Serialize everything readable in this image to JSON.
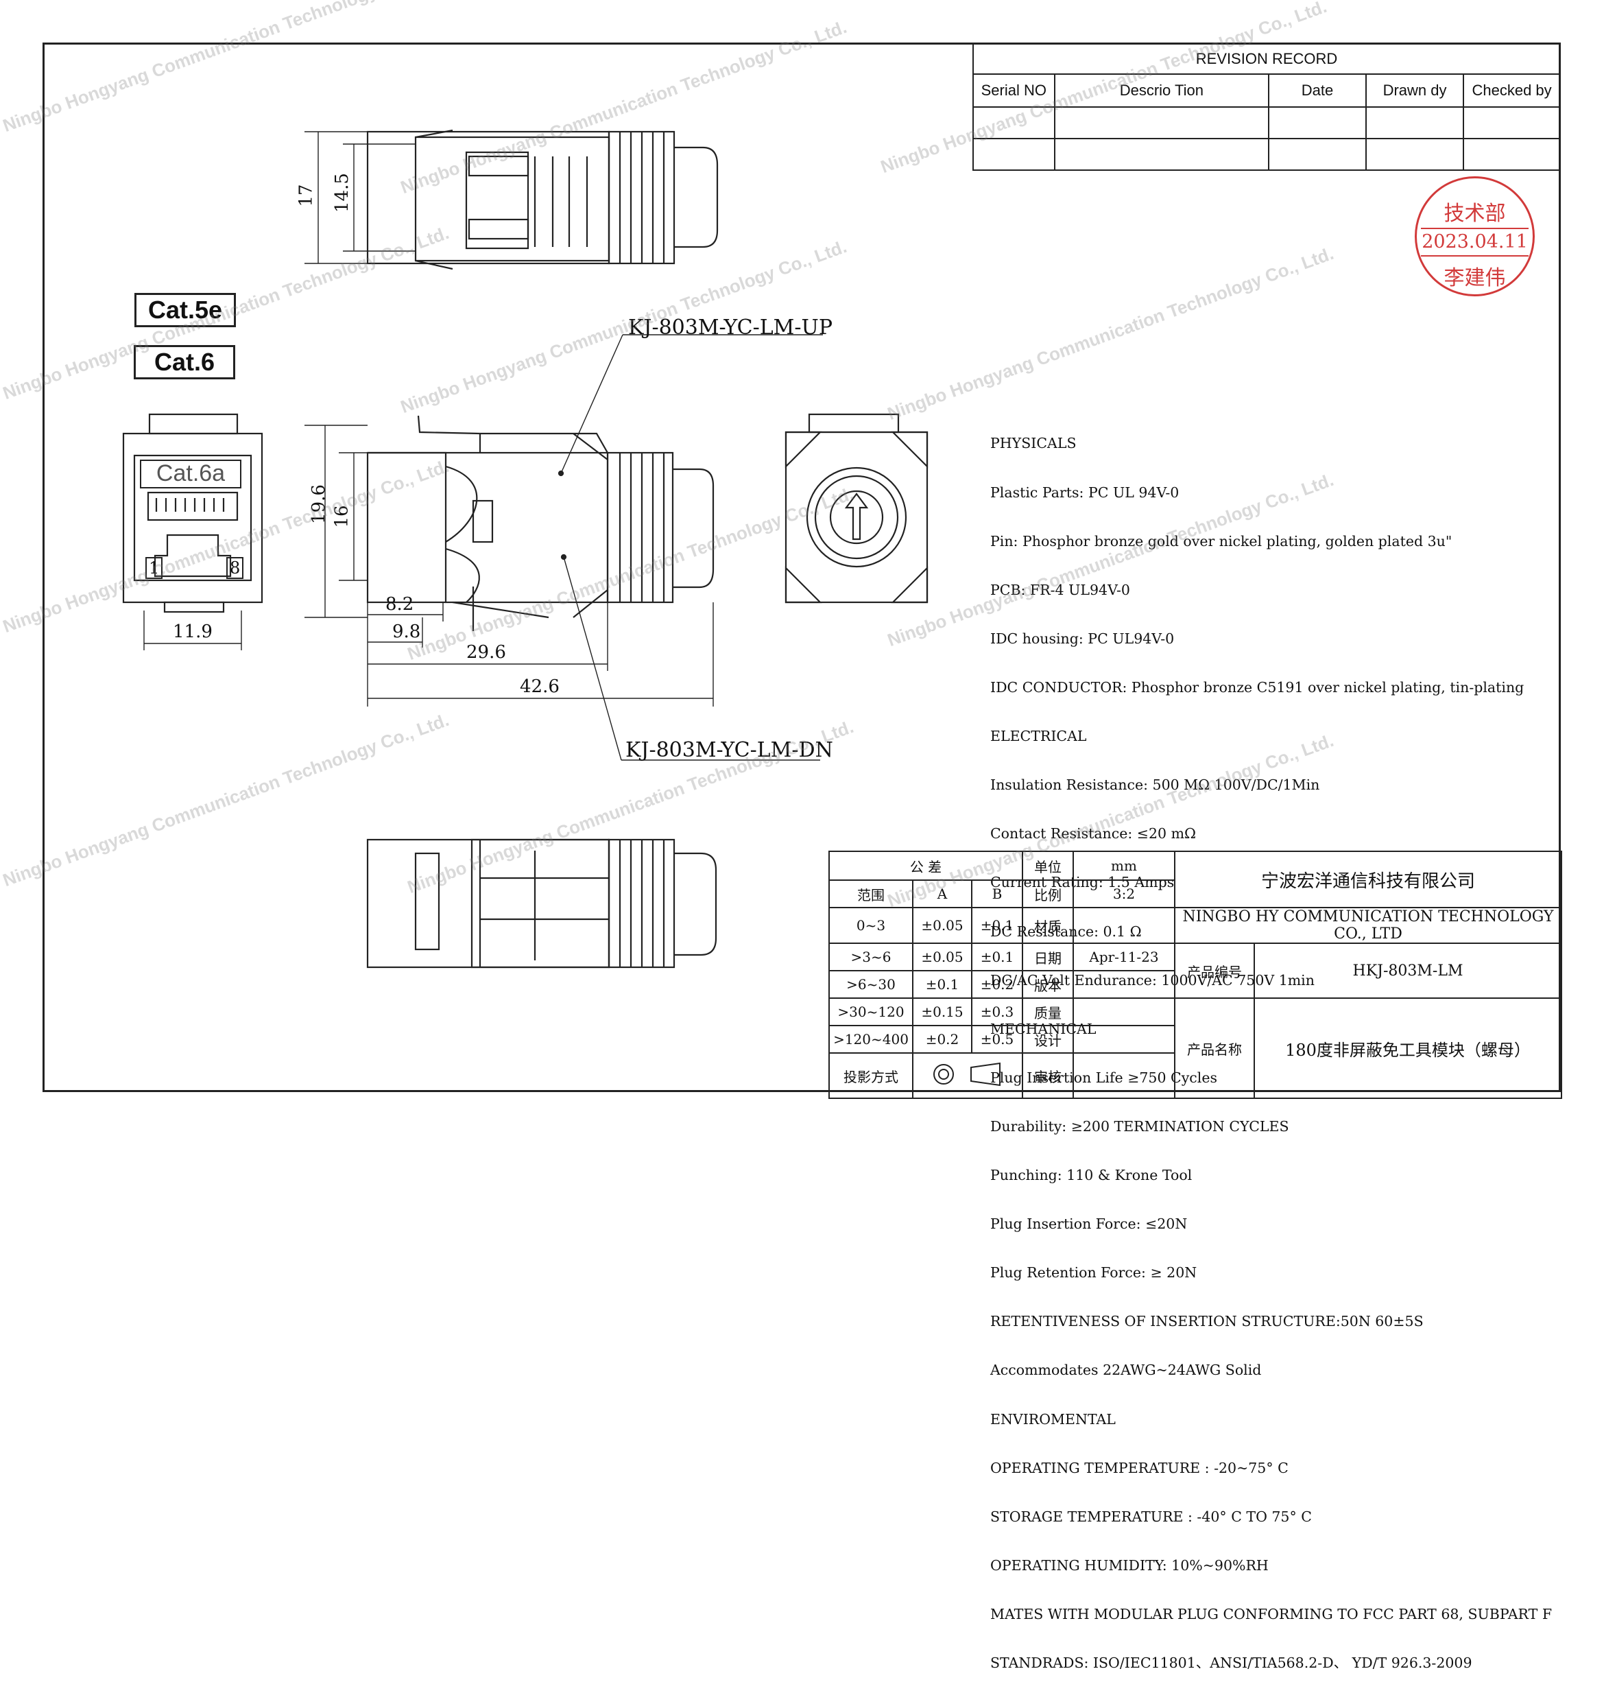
{
  "revision": {
    "title": "REVISION RECORD",
    "headers": [
      "Serial NO",
      "Descrio Tion",
      "Date",
      "Drawn dy",
      "Checked by"
    ]
  },
  "stamp": {
    "dept": "技术部",
    "date": "2023.04.11",
    "name": "李建伟"
  },
  "badges": {
    "cat5e": "Cat.5e",
    "cat6": "Cat.6",
    "cat6a": "Cat.6a",
    "pin1": "1",
    "pin8": "8"
  },
  "parts": {
    "up": "KJ-803M-YC-LM-UP",
    "dn": "KJ-803M-YC-LM-DN"
  },
  "dims": {
    "d17": "17",
    "d14_5": "14.5",
    "d19_6": "19.6",
    "d16": "16",
    "d8_2": "8.2",
    "d9_8": "9.8",
    "d29_6": "29.6",
    "d42_6": "42.6",
    "d11_9": "11.9"
  },
  "specs": [
    "PHYSICALS",
    "Plastic Parts: PC UL 94V-0",
    "Pin: Phosphor bronze gold over nickel plating, golden plated 3u\"",
    "PCB: FR-4 UL94V-0",
    "IDC housing: PC UL94V-0",
    "IDC CONDUCTOR: Phosphor bronze C5191 over nickel plating, tin-plating",
    "ELECTRICAL",
    "Insulation Resistance: 500 MΩ 100V/DC/1Min",
    "Contact Resistance: ≤20 mΩ",
    "Current Rating: 1.5 Amps",
    "DC Resistance: 0.1 Ω",
    "DC/AC Volt Endurance: 1000V/AC 750V 1min",
    "MECHANICAL",
    "Plug Insertion Life ≥750 Cycles",
    "Durability: ≥200 TERMINATION CYCLES",
    "Punching: 110 & Krone Tool",
    "Plug Insertion Force: ≤20N",
    "Plug Retention Force: ≥ 20N",
    "RETENTIVENESS OF INSERTION STRUCTURE:50N 60±5S",
    "Accommodates 22AWG~24AWG Solid",
    "ENVIROMENTAL",
    "OPERATING TEMPERATURE : -20~75° C",
    "STORAGE TEMPERATURE : -40° C TO 75° C",
    "OPERATING HUMIDITY: 10%~90%RH",
    "MATES WITH MODULAR PLUG CONFORMING TO FCC PART 68, SUBPART F",
    "STANDRADS: ISO/IEC11801、ANSI/TIA568.2-D、 YD/T 926.3-2009"
  ],
  "titleblock": {
    "tol_title": "公  差",
    "range_h": "范围",
    "a_h": "A",
    "b_h": "B",
    "rows": [
      {
        "range": "0~3",
        "a": "±0.05",
        "b": "±0.1"
      },
      {
        "range": ">3~6",
        "a": "±0.05",
        "b": "±0.1"
      },
      {
        "range": ">6~30",
        "a": "±0.1",
        "b": "±0.2"
      },
      {
        "range": ">30~120",
        "a": "±0.15",
        "b": "±0.3"
      },
      {
        "range": ">120~400",
        "a": "±0.2",
        "b": "±0.5"
      }
    ],
    "proj": "投影方式",
    "unit_l": "单位",
    "unit_v": "mm",
    "scale_l": "比例",
    "scale_v": "3:2",
    "material_l": "材质",
    "material_v": "",
    "date_l": "日期",
    "date_v": "Apr-11-23",
    "version_l": "版本",
    "mass_l": "质量",
    "design_l": "设计",
    "review_l": "审核",
    "company_cn": "宁波宏洋通信科技有限公司",
    "company_en": "NINGBO HY COMMUNICATION TECHNOLOGY CO., LTD",
    "pn_l": "产品编号",
    "pn_v": "HKJ-803M-LM",
    "pname_l": "产品名称",
    "pname_v": "180度非屏蔽免工具模块（螺母）"
  },
  "watermark": {
    "text": "Ningbo Hongyang Communication Technology Co., Ltd."
  }
}
